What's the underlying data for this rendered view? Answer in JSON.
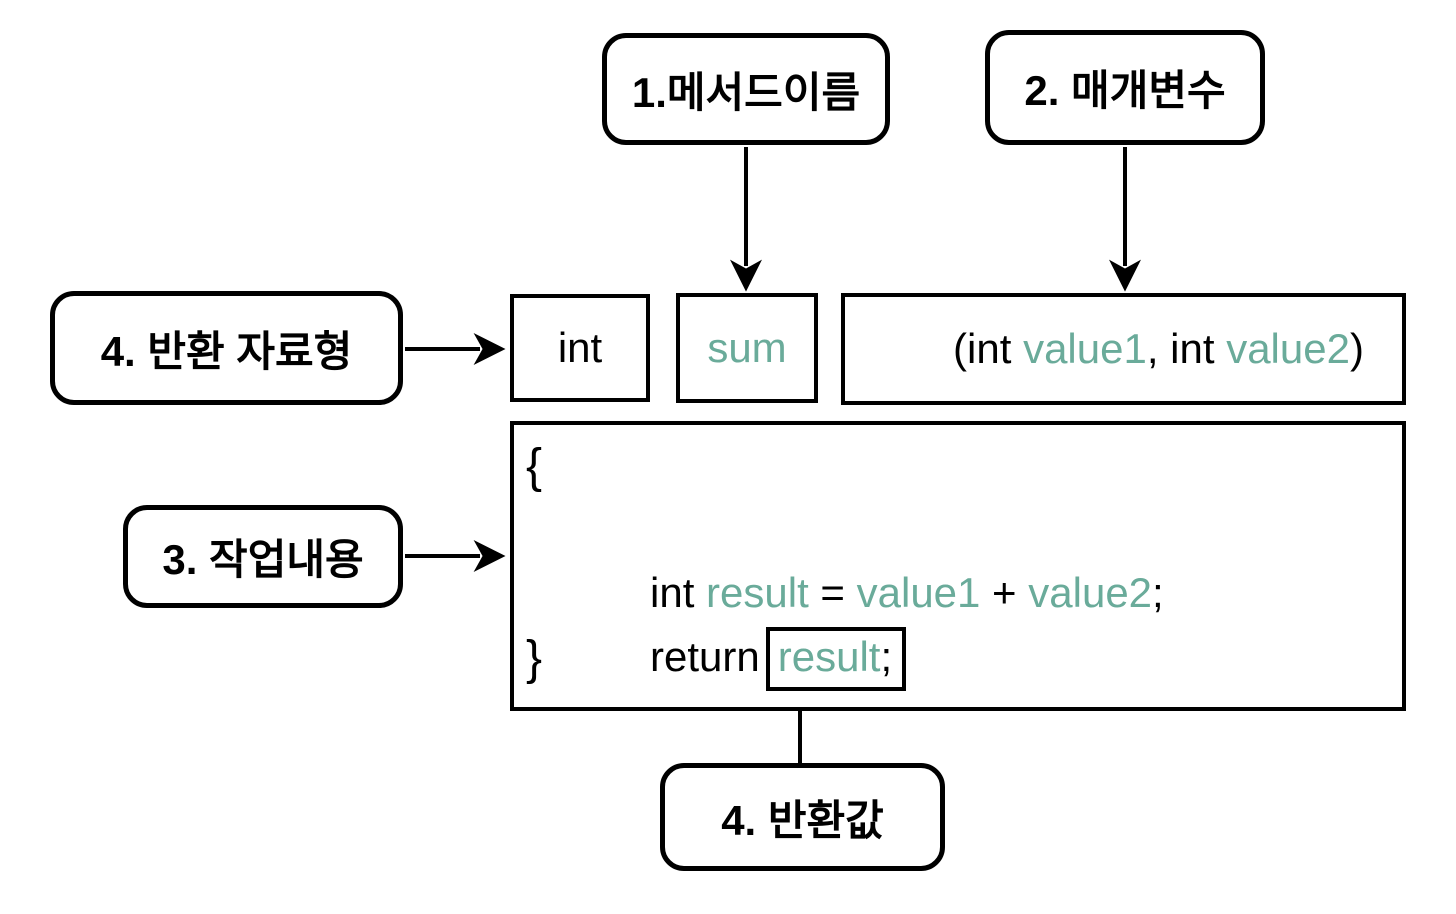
{
  "colors": {
    "background": "#ffffff",
    "line_black": "#000000",
    "identifier_teal": "#6aab9a"
  },
  "callouts": {
    "method_name": "1.메서드이름",
    "parameters": "2. 매개변수",
    "return_type": "4. 반환 자료형",
    "body": "3. 작업내용",
    "return_value": "4. 반환값"
  },
  "signature": {
    "return_type": "int",
    "method_name": "sum",
    "params": {
      "open": "(int ",
      "value1": "value1",
      "sep": ", int ",
      "value2": "value2",
      "close": ")"
    }
  },
  "body_code": {
    "brace_open": "{",
    "line1": {
      "kw": "int ",
      "var": "result",
      "eq": " = ",
      "v1": "value1",
      "plus": " + ",
      "v2": "value2",
      "semi": ";"
    },
    "line2": {
      "kw": "return",
      "var": "result",
      "semi": ";"
    },
    "brace_close": "}"
  }
}
